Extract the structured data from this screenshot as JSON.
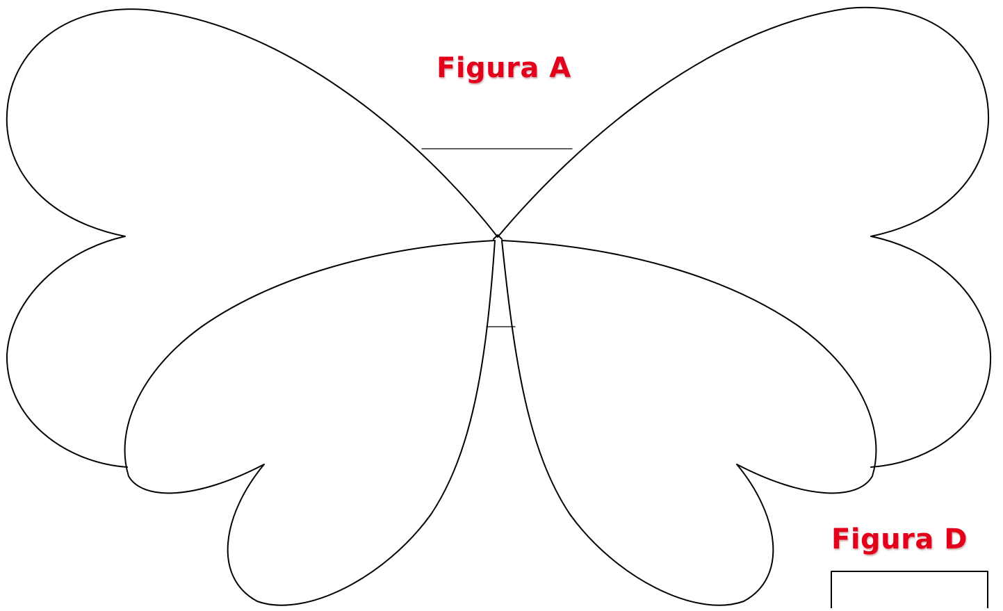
{
  "labels": {
    "figure_a": "Figura A",
    "figure_d": "Figura D"
  },
  "colors": {
    "label": "#e3001b",
    "outline": "#000000",
    "background": "#ffffff"
  },
  "shapes": {
    "upper_wings": 2,
    "lower_wings": 2,
    "small_box": 1
  }
}
